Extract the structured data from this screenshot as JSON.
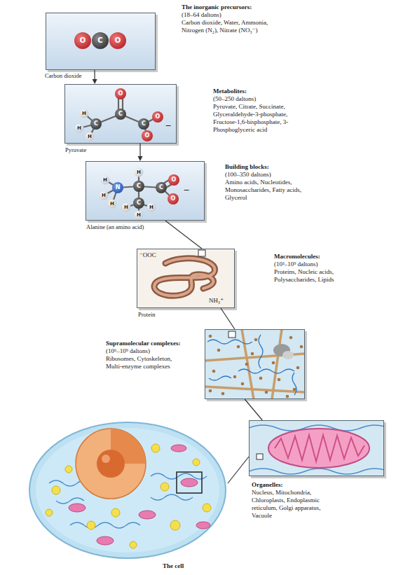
{
  "diagram": {
    "nodes": [
      {
        "text": [
          "Carbon dioxide",
          "The inorganic precursors:",
          "(18–64 daltons)",
          "Carbon dioxide, Water, Ammonia, Nitrogen (N₂), Nitrate (NO₃⁻)"
        ]
      },
      {
        "text": [
          "Pyruvate",
          "Metabolites:",
          "(50–250 daltons)",
          "Pyruvate, Citrate, Succinate, Glyceraldehyde-3-phosphate, Fructose-1,6-bisphosphate, 3-Phosphoglyceric acid"
        ]
      },
      {
        "text": [
          "Alanine (an amino acid)",
          "Building blocks:",
          "(100–350 daltons)",
          "Amino acids, Nucleotides, Monosaccharides, Fatty acids, Glycerol"
        ]
      },
      {
        "text": [
          "Protein",
          "Macromolecules:",
          "(10³–10⁹ daltons)",
          "Proteins, Nucleic acids, Polysaccharides, Lipids"
        ]
      },
      {
        "text": [
          "Supramolecular complexes:",
          "(10⁶–10⁹ daltons)",
          "Ribosomes, Cytoskeleton, Multi-enzyme complexes"
        ]
      },
      {
        "text": [
          "Organelles:",
          "Nucleus, Mitochondria, Chloroplasts, Endoplasmic reticulum, Golgi apparatus, Vacuole"
        ]
      },
      {
        "text": [
          "The cell"
        ]
      }
    ],
    "edges": [
      {
        "from": 0,
        "to": 1,
        "arrow": "to"
      },
      {
        "from": 1,
        "to": 2,
        "arrow": "to"
      },
      {
        "from": 2,
        "to": 3,
        "arrow": "none"
      },
      {
        "from": 3,
        "to": 4,
        "arrow": "none"
      },
      {
        "from": 4,
        "to": 5,
        "arrow": "none"
      },
      {
        "from": 5,
        "to": 6,
        "arrow": "none"
      }
    ],
    "labels": [
      "O",
      "C",
      "O",
      "O",
      "C",
      "C",
      "H",
      "H",
      "H",
      "C",
      "O",
      "O",
      "−",
      "H",
      "H",
      "N",
      "H",
      "H",
      "C",
      "C",
      "H",
      "H",
      "H",
      "C",
      "O",
      "O",
      "−",
      "⁻OOC",
      "NH₃⁺"
    ]
  }
}
